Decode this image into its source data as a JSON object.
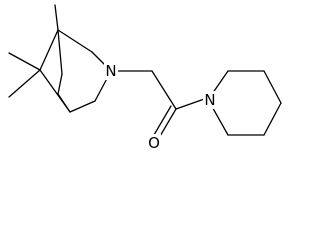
{
  "molecule": {
    "atoms": {
      "n_bicyclic": "N",
      "n_piperidine": "N",
      "o_carbonyl": "O"
    }
  }
}
